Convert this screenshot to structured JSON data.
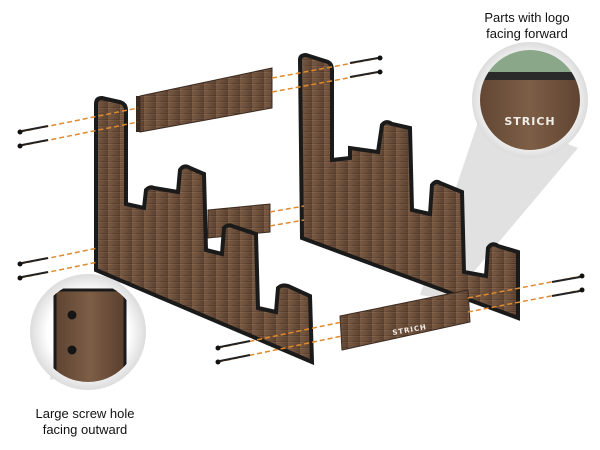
{
  "captions": {
    "top": [
      "Parts with logo",
      "facing forward"
    ],
    "bottom": [
      "Large screw hole",
      "facing outward"
    ]
  },
  "brand": {
    "logo_text": "STRICH"
  },
  "colors": {
    "wood_light": "#7b5c45",
    "wood_dark": "#4a3325",
    "edge_black": "#1a1a1a",
    "screw_guide": "#e08a2c",
    "screw": "#222222",
    "callout_bg": "#e9e9e9"
  }
}
